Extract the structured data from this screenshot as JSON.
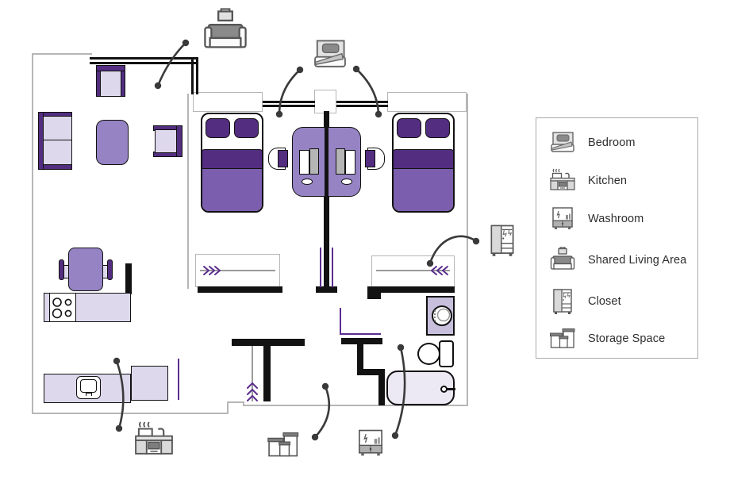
{
  "legend": {
    "items": [
      {
        "icon": "bedroom-icon",
        "label": "Bedroom"
      },
      {
        "icon": "kitchen-icon",
        "label": "Kitchen"
      },
      {
        "icon": "washroom-icon",
        "label": "Washroom"
      },
      {
        "icon": "shared-living-area-icon",
        "label": "Shared Living Area"
      },
      {
        "icon": "closet-icon",
        "label": "Closet"
      },
      {
        "icon": "storage-space-icon",
        "label": "Storage Space"
      }
    ]
  },
  "plan": {
    "callouts": [
      {
        "icon": "shared-living-area-icon",
        "points_to": "living area"
      },
      {
        "icon": "bedroom-icon",
        "points_to": "left bedroom"
      },
      {
        "icon": "bedroom-icon",
        "points_to": "right bedroom"
      },
      {
        "icon": "closet-icon",
        "points_to": "right bedroom sliding door"
      },
      {
        "icon": "kitchen-icon",
        "points_to": "kitchen counters"
      },
      {
        "icon": "storage-space-icon",
        "points_to": "hallway"
      },
      {
        "icon": "washroom-icon",
        "points_to": "washroom"
      }
    ]
  },
  "colors": {
    "purple_dark": "#522d80",
    "purple_mid": "#7b5ead",
    "purple_soft": "#9583c4",
    "lavender": "#ded8ec",
    "lavender_pale": "#ece9f4",
    "washer_fill": "#c8bfdd",
    "wall_black": "#121212",
    "outline_gray": "#b6b6b6",
    "icon_gray": "#555555",
    "arrow_gray": "#3a3a3a"
  }
}
